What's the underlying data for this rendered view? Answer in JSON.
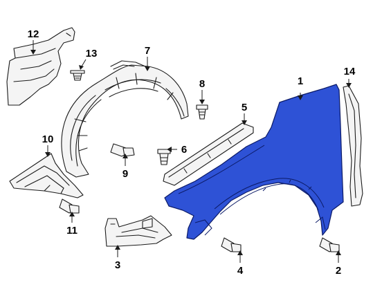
{
  "colors": {
    "highlight_part": "#2e52d6",
    "outline": "#1a1a1a",
    "background": "#ffffff"
  },
  "callouts": [
    {
      "label": "1",
      "part": "front-fender"
    },
    {
      "label": "2",
      "part": "fender-bolt-lower-rear"
    },
    {
      "label": "3",
      "part": "fender-mounting-bracket"
    },
    {
      "label": "4",
      "part": "fender-bolt-lower-front"
    },
    {
      "label": "5",
      "part": "fender-upper-rail-seal"
    },
    {
      "label": "6",
      "part": "clip"
    },
    {
      "label": "7",
      "part": "fender-liner"
    },
    {
      "label": "8",
      "part": "push-clip"
    },
    {
      "label": "9",
      "part": "liner-bolt"
    },
    {
      "label": "10",
      "part": "lower-splash-shield"
    },
    {
      "label": "11",
      "part": "splash-shield-bolt"
    },
    {
      "label": "12",
      "part": "rear-splash-shield"
    },
    {
      "label": "13",
      "part": "shield-clip"
    },
    {
      "label": "14",
      "part": "fender-rear-seal"
    }
  ]
}
